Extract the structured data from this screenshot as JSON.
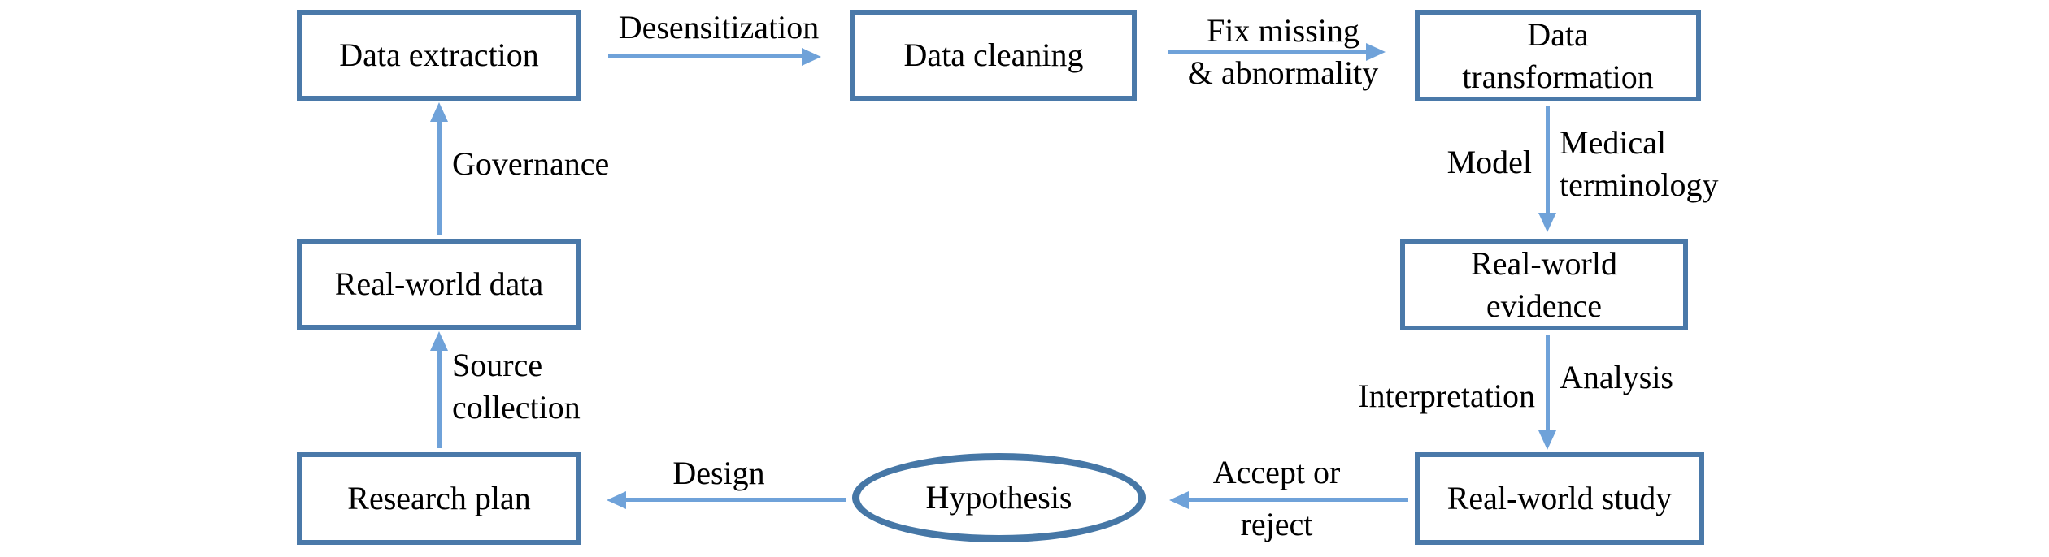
{
  "figure": {
    "type": "flowchart",
    "background": "#ffffff",
    "colors": {
      "box_border": "#4a79a9",
      "ellipse_border": "#4677a6",
      "arrow": "#6fa2d9",
      "text": "#000000",
      "background": "#ffffff"
    },
    "nodes": {
      "data_extraction": "Data extraction",
      "data_cleaning": "Data cleaning",
      "data_transformation": "Data\ntransformation",
      "real_world_data": "Real-world data",
      "real_world_evidence": "Real-world\nevidence",
      "research_plan": "Research plan",
      "hypothesis": "Hypothesis",
      "real_world_study": "Real-world study"
    },
    "edge_labels": {
      "desensitization": "Desensitization",
      "fix_missing": "Fix missing\n& abnormality",
      "model": "Model",
      "medical_terminology": "Medical\nterminology",
      "governance": "Governance",
      "source_collection": "Source\ncollection",
      "interpretation": "Interpretation",
      "analysis": "Analysis",
      "accept_or_reject": "Accept or\nreject",
      "design": "Design"
    },
    "edges": [
      {
        "from": "data_extraction",
        "to": "data_cleaning",
        "label": "Desensitization",
        "direction": "right"
      },
      {
        "from": "data_cleaning",
        "to": "data_transformation",
        "label": "Fix missing & abnormality",
        "direction": "right"
      },
      {
        "from": "data_transformation",
        "to": "real_world_evidence",
        "label": "Model / Medical terminology",
        "direction": "down"
      },
      {
        "from": "real_world_evidence",
        "to": "real_world_study",
        "label": "Interpretation / Analysis",
        "direction": "down"
      },
      {
        "from": "real_world_study",
        "to": "hypothesis",
        "label": "Accept or reject",
        "direction": "left"
      },
      {
        "from": "hypothesis",
        "to": "research_plan",
        "label": "Design",
        "direction": "left"
      },
      {
        "from": "research_plan",
        "to": "real_world_data",
        "label": "Source collection",
        "direction": "up"
      },
      {
        "from": "real_world_data",
        "to": "data_extraction",
        "label": "Governance",
        "direction": "up"
      }
    ]
  }
}
